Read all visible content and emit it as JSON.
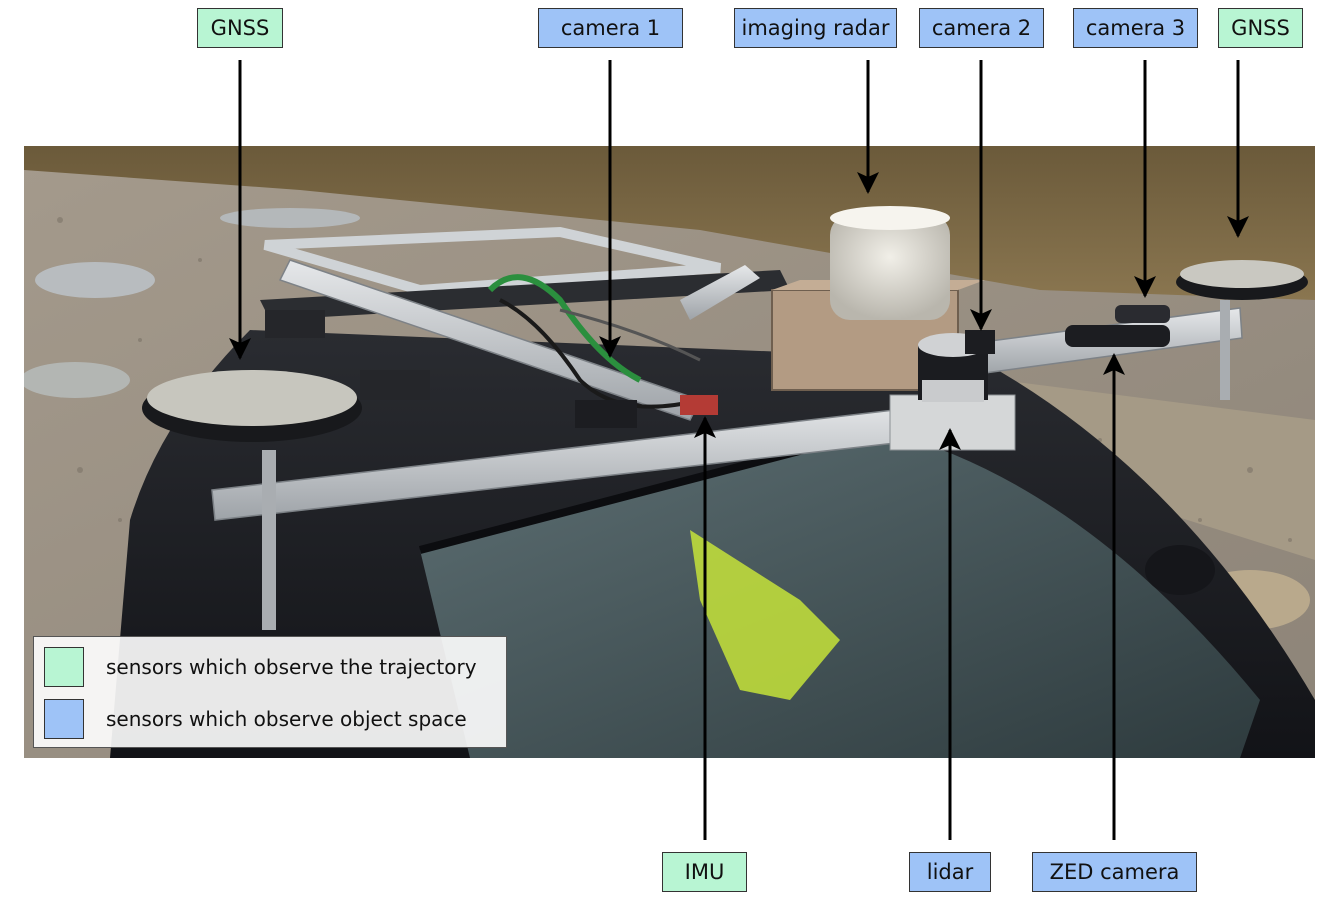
{
  "colors": {
    "trajectory_sensor": "#b8f5d3",
    "object_space_sensor": "#9ec3f7",
    "arrow": "#000000"
  },
  "labels": {
    "gnss_left": "GNSS",
    "camera_1": "camera 1",
    "imaging_radar": "imaging radar",
    "camera_2": "camera 2",
    "camera_3": "camera 3",
    "gnss_right": "GNSS",
    "imu": "IMU",
    "lidar": "lidar",
    "zed_camera": "ZED camera"
  },
  "legend": {
    "trajectory": "sensors which observe the trajectory",
    "object_space": "sensors which observe object space"
  }
}
